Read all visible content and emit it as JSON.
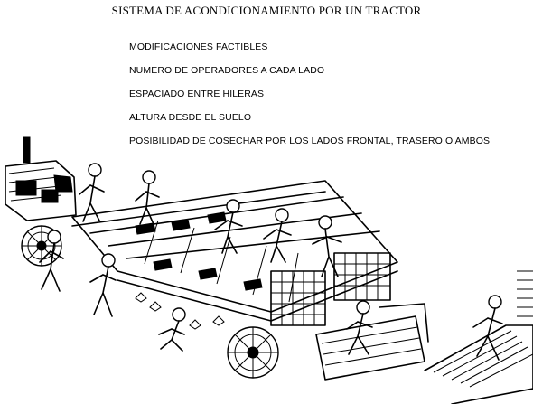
{
  "title": "SISTEMA DE ACONDICIONAMIENTO POR UN TRACTOR",
  "features": [
    "MODIFICACIONES FACTIBLES",
    "NUMERO DE OPERADORES A CADA LADO",
    "ESPACIADO ENTRE HILERAS",
    "ALTURA DESDE EL SUELO",
    "POSIBILIDAD DE COSECHAR POR LOS LADOS FRONTAL, TRASERO O AMBOS"
  ]
}
